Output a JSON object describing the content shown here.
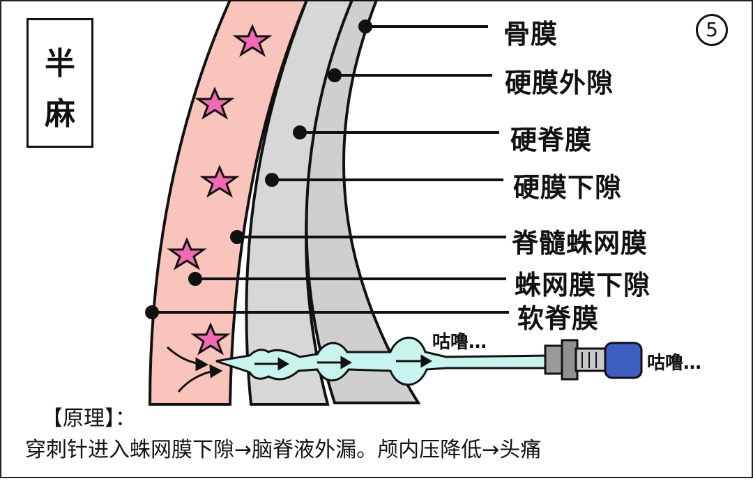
{
  "title": {
    "line1": "半",
    "line2": "麻"
  },
  "panel_number": "5",
  "layers": [
    {
      "label": "骨膜"
    },
    {
      "label": "硬膜外隙"
    },
    {
      "label": "硬脊膜"
    },
    {
      "label": "硬膜下隙"
    },
    {
      "label": "脊髓蛛网膜"
    },
    {
      "label": "蛛网膜下隙"
    },
    {
      "label": "软脊膜"
    }
  ],
  "sounds": {
    "near_needle": "咕噜…",
    "near_syringe": "咕噜…"
  },
  "principle": {
    "heading": "【原理】：",
    "text": "穿刺针进入蛛网膜下隙→脑脊液外漏。颅内压降低→头痛"
  },
  "colors": {
    "pink_layer": "#f8c4bb",
    "gray_layer": "#d9d9d9",
    "fluid": "#c9f4ee",
    "syringe_cap": "#3d5fc4",
    "star": "#f06ab4"
  }
}
